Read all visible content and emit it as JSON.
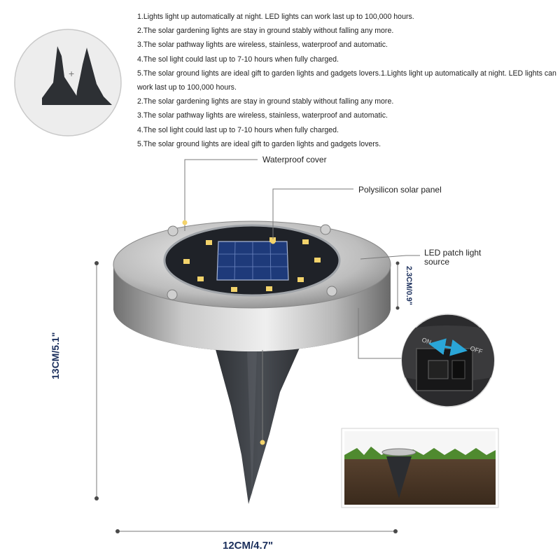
{
  "features": [
    "1.Lights light up automatically at night. LED lights can work last up to 100,000 hours.",
    "2.The solar gardening lights are stay in ground stably without falling any more.",
    "3.The solar pathway lights are wireless, stainless, waterproof and automatic.",
    "4.The sol light could last up to 7-10 hours when fully charged.",
    "5.The solar ground lights are ideal gift to garden lights and gadgets lovers.1.Lights light up automatically at night. LED lights can work last up to 100,000 hours.",
    "2.The solar gardening lights are stay in ground stably without falling any more.",
    "3.The solar pathway lights are wireless, stainless, waterproof and automatic.",
    "4.The sol light could last up to 7-10 hours when fully charged.",
    "5.The solar ground lights are ideal gift to garden lights and gadgets lovers."
  ],
  "callouts": {
    "waterproof_cover": "Waterproof cover",
    "solar_panel": "Polysilicon solar panel",
    "led_source": "LED patch light source"
  },
  "dimensions": {
    "height": "13CM/5.1\"",
    "width": "12CM/4.7\"",
    "thickness": "2.3CM/0.9\""
  },
  "switch_labels": {
    "on": "ON",
    "off": "OFF"
  },
  "icons": {
    "assembly": "stake-assembly-icon",
    "switch": "switch-closeup-icon",
    "installed": "installed-ground-photo"
  },
  "colors": {
    "dimension_text": "#1b2f5c",
    "switch_arrow": "#2aa6d8",
    "led": "#f3d36b"
  }
}
